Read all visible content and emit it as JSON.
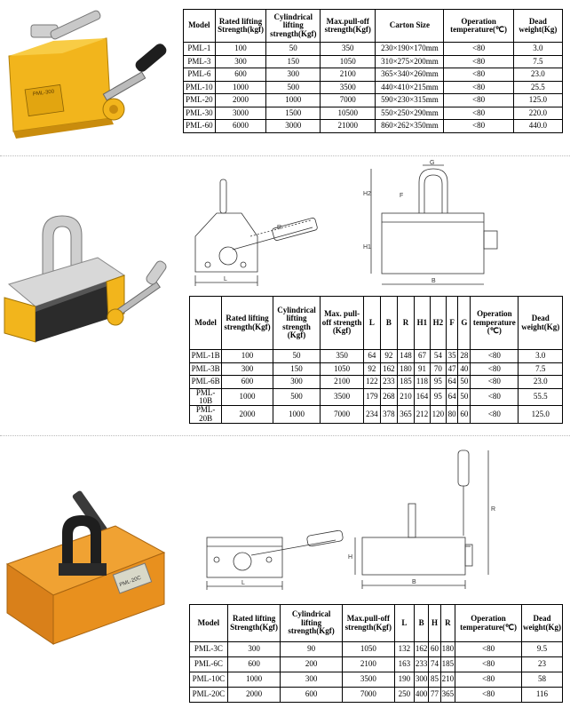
{
  "sections": [
    {
      "headers": [
        "Model",
        "Rated lifting Strength(kgf)",
        "Cylindrical lifting strength(Kgf)",
        "Max.pull-off strength(Kgf)",
        "Carton Size",
        "Operation temperature(℃)",
        "Dead weight(Kg)"
      ],
      "rows": [
        [
          "PML-1",
          "100",
          "50",
          "350",
          "230×190×170mm",
          "<80",
          "3.0"
        ],
        [
          "PML-3",
          "300",
          "150",
          "1050",
          "310×275×200mm",
          "<80",
          "7.5"
        ],
        [
          "PML-6",
          "600",
          "300",
          "2100",
          "365×340×260mm",
          "<80",
          "23.0"
        ],
        [
          "PML-10",
          "1000",
          "500",
          "3500",
          "440×410×215mm",
          "<80",
          "25.5"
        ],
        [
          "PML-20",
          "2000",
          "1000",
          "7000",
          "590×230×315mm",
          "<80",
          "125.0"
        ],
        [
          "PML-30",
          "3000",
          "1500",
          "10500",
          "550×250×290mm",
          "<80",
          "220.0"
        ],
        [
          "PML-60",
          "6000",
          "3000",
          "21000",
          "860×262×350mm",
          "<80",
          "440.0"
        ]
      ]
    },
    {
      "headers": [
        "Model",
        "Rated lifting strength(Kgf)",
        "Cylindrical lifting strength (Kgf)",
        "Max. pull-off strength (Kgf)",
        "L",
        "B",
        "R",
        "H1",
        "H2",
        "F",
        "G",
        "Operation temperature (℃)",
        "Dead weight(Kg)"
      ],
      "rows": [
        [
          "PML-1B",
          "100",
          "50",
          "350",
          "64",
          "92",
          "148",
          "67",
          "54",
          "35",
          "28",
          "<80",
          "3.0"
        ],
        [
          "PML-3B",
          "300",
          "150",
          "1050",
          "92",
          "162",
          "180",
          "91",
          "70",
          "47",
          "40",
          "<80",
          "7.5"
        ],
        [
          "PML-6B",
          "600",
          "300",
          "2100",
          "122",
          "233",
          "185",
          "118",
          "95",
          "64",
          "50",
          "<80",
          "23.0"
        ],
        [
          "PML-10B",
          "1000",
          "500",
          "3500",
          "179",
          "268",
          "210",
          "164",
          "95",
          "64",
          "50",
          "<80",
          "55.5"
        ],
        [
          "PML-20B",
          "2000",
          "1000",
          "7000",
          "234",
          "378",
          "365",
          "212",
          "120",
          "80",
          "60",
          "<80",
          "125.0"
        ]
      ]
    },
    {
      "headers": [
        "Model",
        "Rated lifting Strength(Kgf)",
        "Cylindrical lifting strength(Kgf)",
        "Max.pull-off strength(Kgf)",
        "L",
        "B",
        "H",
        "R",
        "Operation temperature(℃)",
        "Dead weight(Kg)"
      ],
      "rows": [
        [
          "PML-3C",
          "300",
          "90",
          "1050",
          "132",
          "162",
          "60",
          "180",
          "<80",
          "9.5"
        ],
        [
          "PML-6C",
          "600",
          "200",
          "2100",
          "163",
          "233",
          "74",
          "185",
          "<80",
          "23"
        ],
        [
          "PML-10C",
          "1000",
          "300",
          "3500",
          "190",
          "300",
          "85",
          "210",
          "<80",
          "58"
        ],
        [
          "PML-20C",
          "2000",
          "600",
          "7000",
          "250",
          "400",
          "77",
          "365",
          "<80",
          "116"
        ]
      ]
    }
  ],
  "drawing_labels": {
    "side_b_L": "L",
    "side_b_R": "R",
    "front_b_G": "G",
    "front_b_F": "F",
    "front_b_H2": "H2",
    "front_b_H1": "H1",
    "front_b_B": "B",
    "side_c_L": "L",
    "front_c_B": "B",
    "front_c_H": "H",
    "front_c_R": "R"
  },
  "product_labels": {
    "a_plate": "PML-300",
    "c_plate": "PML-20C"
  },
  "colors": {
    "yellow": "#f2b51c",
    "orange": "#e8901e",
    "chrome": "#c8c8c8",
    "black_plate": "#2b2b2b"
  }
}
